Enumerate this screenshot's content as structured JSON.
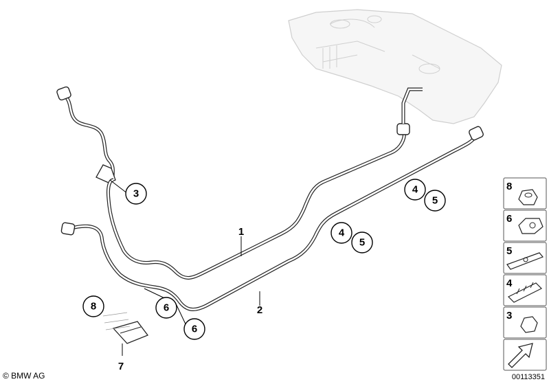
{
  "callouts": [
    {
      "id": "c3",
      "label": "3"
    },
    {
      "id": "c4a",
      "label": "4"
    },
    {
      "id": "c5a",
      "label": "5"
    },
    {
      "id": "c4b",
      "label": "4"
    },
    {
      "id": "c5b",
      "label": "5"
    },
    {
      "id": "c6a",
      "label": "6"
    },
    {
      "id": "c6b",
      "label": "6"
    },
    {
      "id": "c8",
      "label": "8"
    }
  ],
  "line_labels": [
    {
      "id": "l1",
      "label": "1"
    },
    {
      "id": "l2",
      "label": "2"
    },
    {
      "id": "l7",
      "label": "7"
    }
  ],
  "legend": [
    "8",
    "6",
    "5",
    "4",
    "3"
  ],
  "footer": {
    "copyright": "© BMW AG",
    "doc_id": "00113351"
  }
}
